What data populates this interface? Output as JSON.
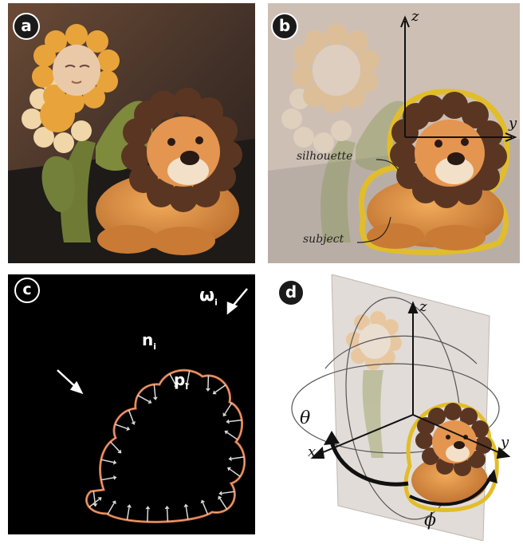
{
  "panels": [
    {
      "id": "a",
      "letter": "a"
    },
    {
      "id": "b",
      "letter": "b",
      "axis_z": "z",
      "axis_y": "y",
      "silhouette_label": "silhouette",
      "subject_label": "subject"
    },
    {
      "id": "c",
      "letter": "c",
      "light_dir": "ω",
      "light_sub": "i",
      "normal": "n",
      "normal_sub": "i",
      "point": "p",
      "point_sub": "i"
    },
    {
      "id": "d",
      "letter": "d",
      "axis_z": "z",
      "axis_x": "x",
      "axis_y": "y",
      "theta": "θ",
      "phi": "ϕ"
    }
  ],
  "colors": {
    "badge": "#1a1a1a",
    "silhouette_outline": "#e2bd2a",
    "contour": "#c8693a",
    "lion_body": "#d48840",
    "mane": "#5a3622",
    "leaf": "#7e8a3c",
    "petal": "#e8a43a"
  }
}
